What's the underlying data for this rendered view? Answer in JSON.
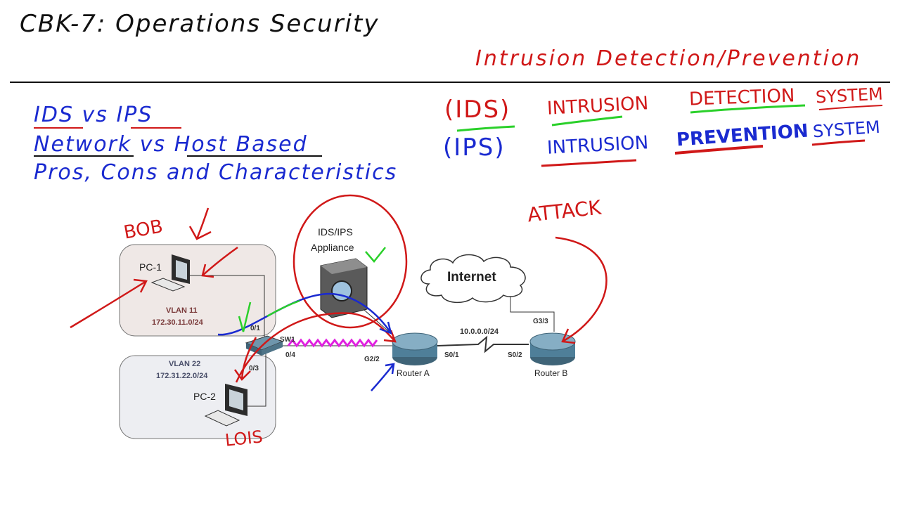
{
  "header": {
    "title": "CBK-7: Operations Security",
    "subtitle": "Intrusion Detection/Prevention"
  },
  "topics": {
    "line1": "IDS vs IPS",
    "line2": "Network vs Host Based",
    "line3": "Pros, Cons and Characteristics"
  },
  "definitions": {
    "ids_abbr": "(IDS)",
    "ips_abbr": "(IPS)",
    "ids_w1": "INTRUSION",
    "ids_w2": "DETECTION",
    "ids_w3": "SYSTEM",
    "ips_w1": "INTRUSION",
    "ips_w2": "PREVENTION",
    "ips_w3": "SYSTEM"
  },
  "annotations": {
    "bob": "BOB",
    "lois": "LOIS",
    "attack": "ATTACK"
  },
  "diagram": {
    "pc1_label": "PC-1",
    "vlan11_name": "VLAN 11",
    "vlan11_subnet": "172.30.11.0/24",
    "vlan22_name": "VLAN 22",
    "vlan22_subnet": "172.31.22.0/24",
    "pc2_label": "PC-2",
    "ips_label_1": "IDS/IPS",
    "ips_label_2": "Appliance",
    "internet_label": "Internet",
    "switch_label": "SW1",
    "port_0_1": "0/1",
    "port_0_3": "0/3",
    "port_0_4": "0/4",
    "port_g22": "G2/2",
    "port_s01": "S0/1",
    "port_s02": "S0/2",
    "port_g33": "G3/3",
    "link_subnet": "10.0.0.0/24",
    "router_a": "Router A",
    "router_b": "Router B"
  },
  "colors": {
    "ink_red": "#d01818",
    "ink_blue": "#1a2ad0",
    "ink_green": "#2ad02a",
    "ink_magenta": "#e020e0",
    "router_blue": "#4f7f99"
  }
}
